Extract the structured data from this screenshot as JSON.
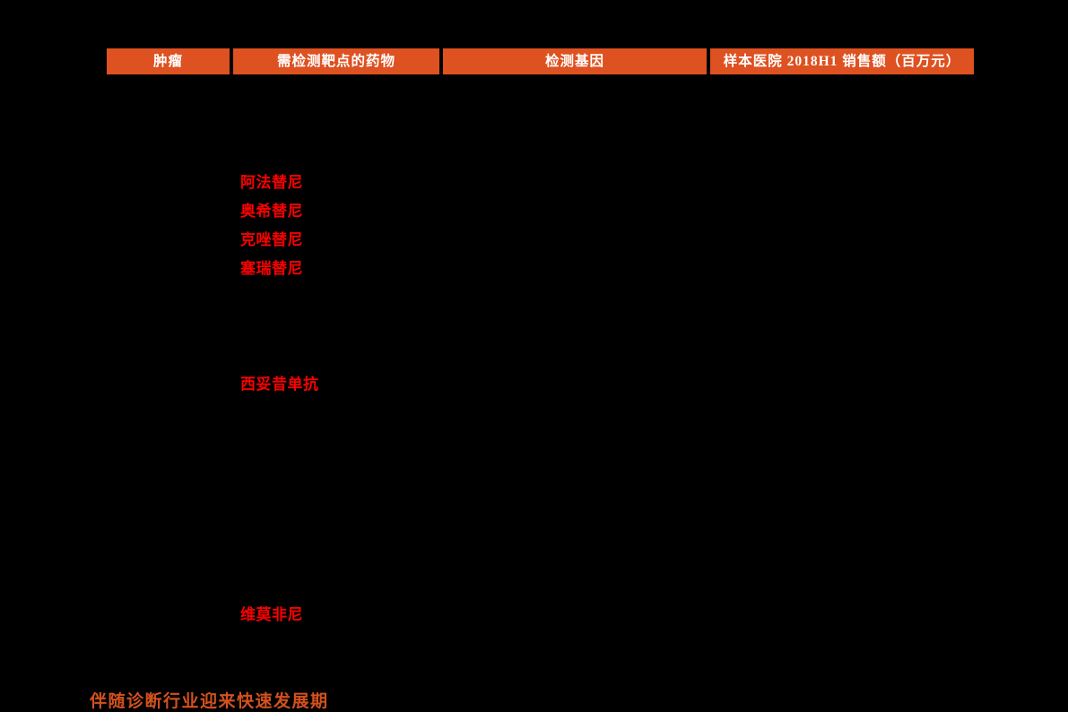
{
  "table": {
    "columns": [
      "肿瘤",
      "需检测靶点的药物",
      "检测基因",
      "样本医院 2018H1 销售额（百万元）"
    ],
    "drugs": [
      "阿法替尼",
      "奥希替尼",
      "克唑替尼",
      "塞瑞替尼",
      "西妥昔单抗",
      "维莫非尼"
    ]
  },
  "bottom_clipped_text": "伴随诊断行业迎来快速发展期",
  "colors": {
    "page_bg": "#000000",
    "header_bg": "#DE5120",
    "header_text": "#FFFFFF",
    "drug_text": "#FA0000",
    "clipped_text": "#D2511E"
  }
}
